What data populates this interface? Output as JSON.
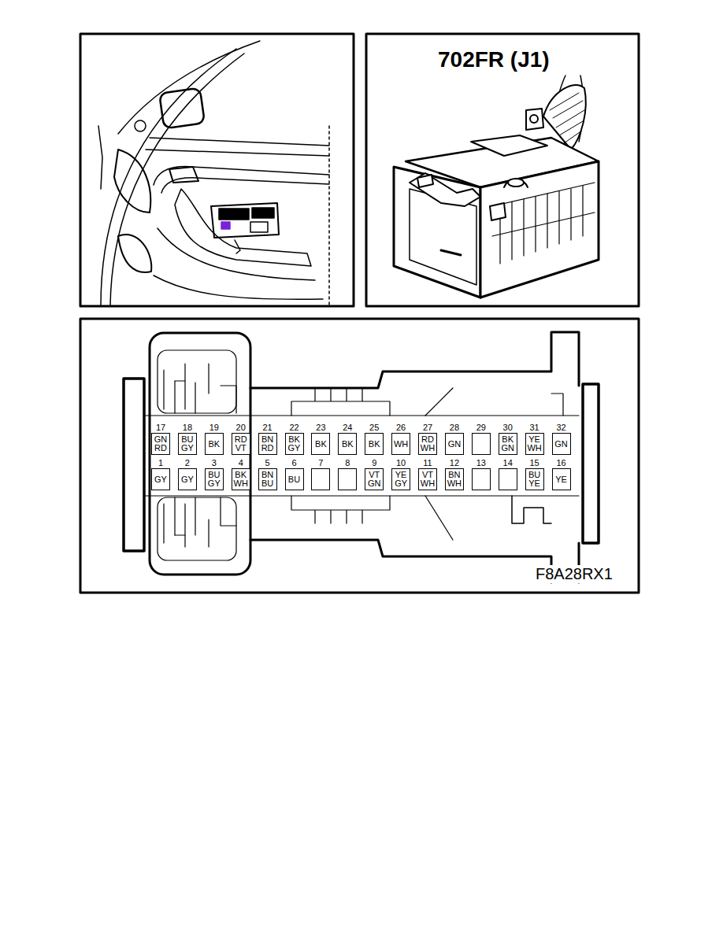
{
  "diagram": {
    "title": "702FR (J1)",
    "nodes": [
      {
        "text": [
          "17",
          "GN RD"
        ]
      },
      {
        "text": [
          "18",
          "BU GY"
        ]
      },
      {
        "text": [
          "19",
          "BK"
        ]
      },
      {
        "text": [
          "20",
          "RD VT"
        ]
      },
      {
        "text": [
          "21",
          "BN RD"
        ]
      },
      {
        "text": [
          "22",
          "BK GY"
        ]
      },
      {
        "text": [
          "23",
          "BK"
        ]
      },
      {
        "text": [
          "24",
          "BK"
        ]
      },
      {
        "text": [
          "25",
          "BK"
        ]
      },
      {
        "text": [
          "26",
          "WH"
        ]
      },
      {
        "text": [
          "27",
          "RD WH"
        ]
      },
      {
        "text": [
          "28",
          "GN"
        ]
      },
      {
        "text": [
          "29"
        ]
      },
      {
        "text": [
          "30",
          "BK GN"
        ]
      },
      {
        "text": [
          "31",
          "YE WH"
        ]
      },
      {
        "text": [
          "32",
          "GN"
        ]
      },
      {
        "text": [
          "1",
          "GY"
        ]
      },
      {
        "text": [
          "2",
          "GY"
        ]
      },
      {
        "text": [
          "3",
          "BU GY"
        ]
      },
      {
        "text": [
          "4",
          "BK WH"
        ]
      },
      {
        "text": [
          "5",
          "BN BU"
        ]
      },
      {
        "text": [
          "6",
          "BU"
        ]
      },
      {
        "text": [
          "7"
        ]
      },
      {
        "text": [
          "8"
        ]
      },
      {
        "text": [
          "9",
          "VT GN"
        ]
      },
      {
        "text": [
          "10",
          "YE GY"
        ]
      },
      {
        "text": [
          "11",
          "VT WH"
        ]
      },
      {
        "text": [
          "12",
          "BN WH"
        ]
      },
      {
        "text": [
          "13"
        ]
      },
      {
        "text": [
          "14"
        ]
      },
      {
        "text": [
          "15",
          "BU YE"
        ]
      },
      {
        "text": [
          "16",
          "YE"
        ]
      }
    ],
    "labels": [
      "F8A28RX1"
    ]
  }
}
